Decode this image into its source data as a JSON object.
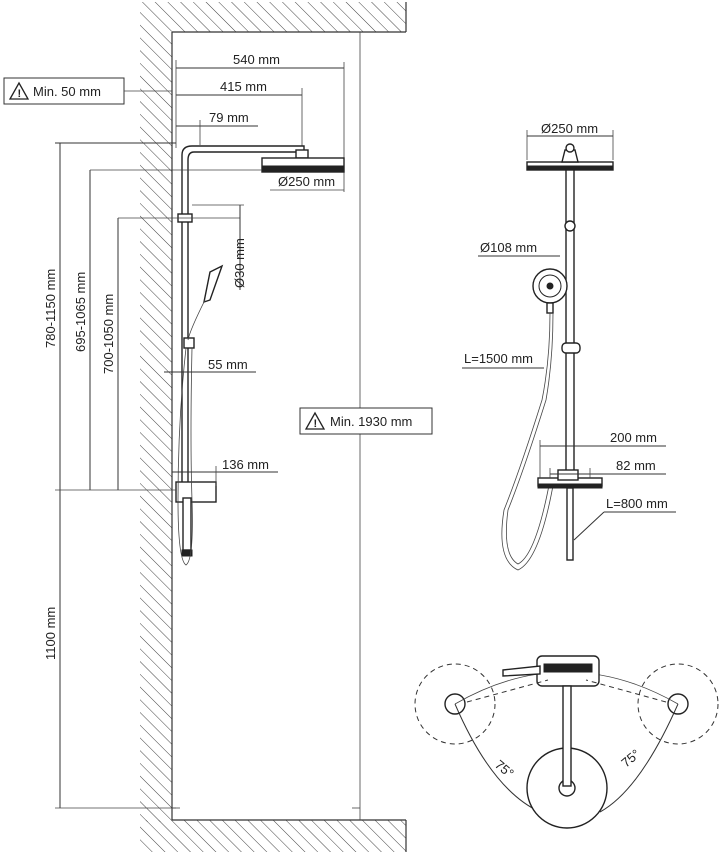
{
  "side_view": {
    "dim_540": "540 mm",
    "dim_415": "415 mm",
    "dim_79": "79 mm",
    "dim_head_dia": "Ø250 mm",
    "dim_30": "Ø30 mm",
    "dim_55": "55 mm",
    "dim_136": "136 mm",
    "dim_780_1150": "780-1150 mm",
    "dim_695_1065": "695-1065 mm",
    "dim_700_1050": "700-1050 mm",
    "dim_1100": "1100 mm",
    "warn_min50": "Min. 50 mm",
    "warn_min1930": "Min. 1930 mm"
  },
  "front_view": {
    "dim_head_dia": "Ø250 mm",
    "dim_hand_dia": "Ø108 mm",
    "dim_hose": "L=1500 mm",
    "dim_200": "200 mm",
    "dim_82": "82 mm",
    "dim_pipe": "L=800 mm"
  },
  "top_view": {
    "angle_left": "75°",
    "angle_right": "75°"
  }
}
